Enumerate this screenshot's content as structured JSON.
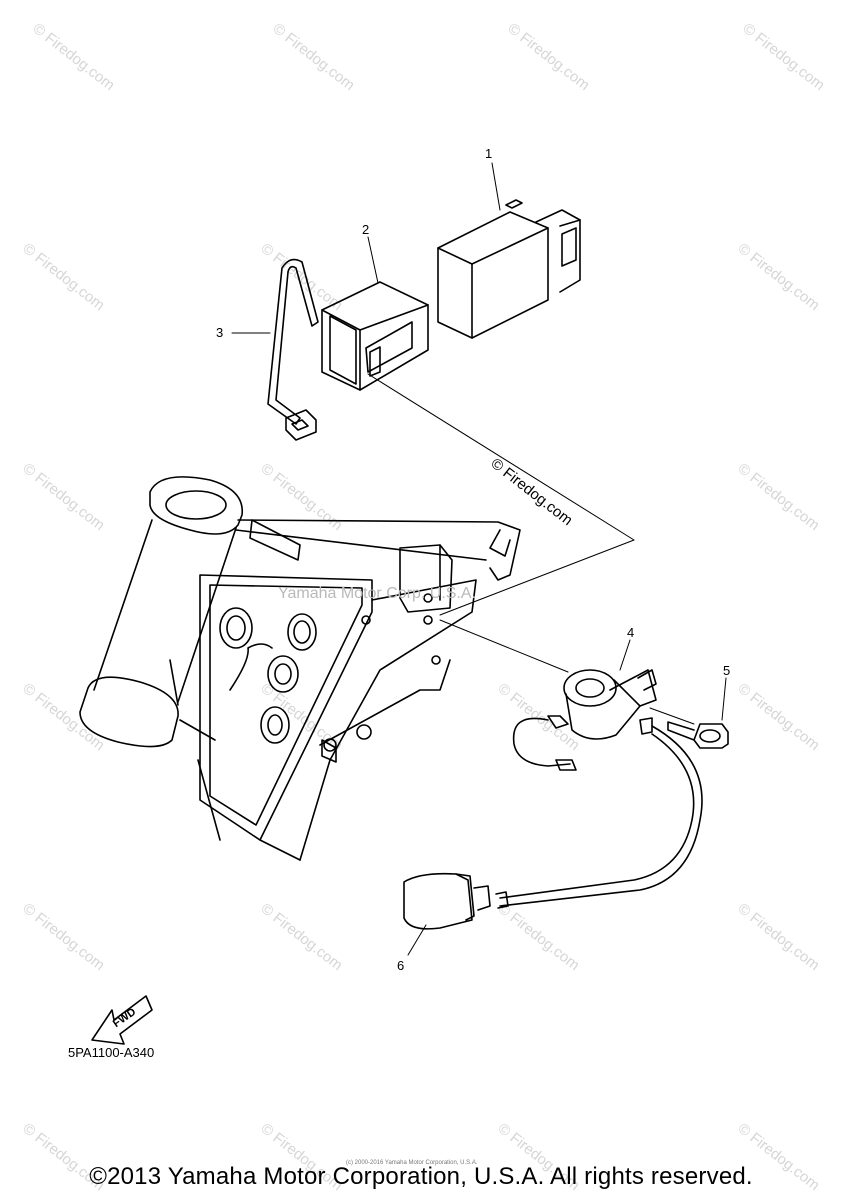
{
  "watermark": "© Firedog.com",
  "watermark_secondary": "Yamaha Motor Corp. U.S.A.",
  "callouts": [
    "1",
    "2",
    "3",
    "4",
    "5",
    "6"
  ],
  "fwd_label": "FWD",
  "diagram_code": "5PA1100-A340",
  "copyright": "©2013 Yamaha Motor Corporation, U.S.A. All rights reserved.",
  "tiny_copyright": "(c) 2000-2016 Yamaha Motor Corporation, U.S.A."
}
